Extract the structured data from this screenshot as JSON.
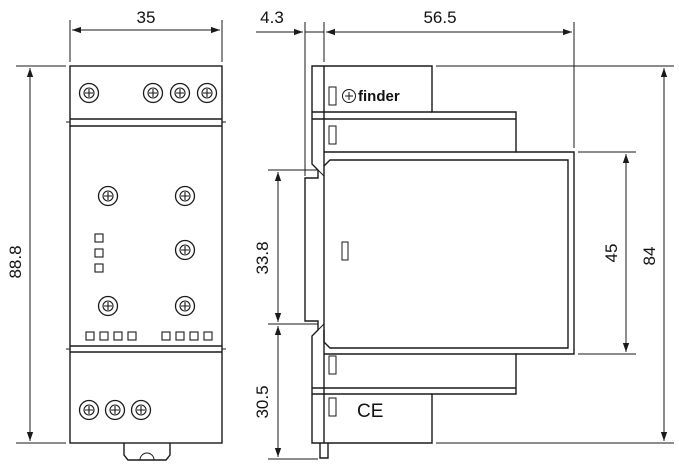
{
  "dimensions": {
    "front_width": "35",
    "front_height": "88.8",
    "side_depth_small": "4.3",
    "side_depth": "56.5",
    "rail_span": "33.8",
    "lower_offset": "30.5",
    "front_face_height": "45",
    "side_height": "84"
  },
  "labels": {
    "brand": "finder",
    "ce_mark": "CE"
  },
  "icons": {
    "screw": "screw-terminal-icon",
    "brand_logo": "finder-logo-icon",
    "ce": "ce-mark-icon"
  },
  "colors": {
    "line": "#1a1a1a",
    "background": "#ffffff"
  }
}
